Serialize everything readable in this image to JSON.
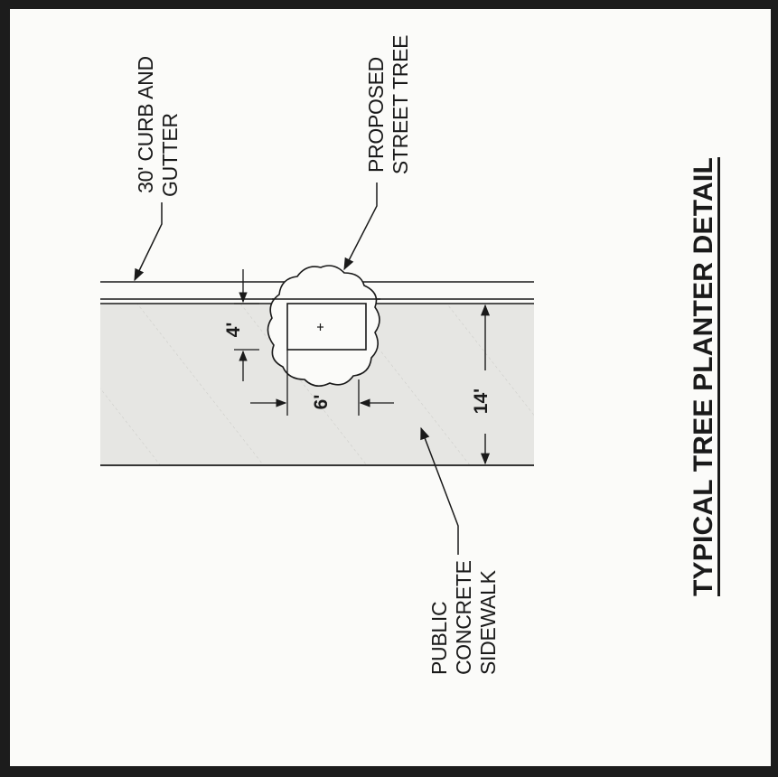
{
  "drawing": {
    "title": "TYPICAL TREE PLANTER DETAIL",
    "callouts": {
      "curb": [
        "30' CURB AND",
        "GUTTER"
      ],
      "tree": [
        "PROPOSED",
        "STREET TREE"
      ],
      "sidewalk": [
        "PUBLIC",
        "CONCRETE",
        "SIDEWALK"
      ]
    },
    "dimensions": {
      "planter_depth": "4'",
      "planter_width": "6'",
      "sidewalk_width": "14'"
    }
  },
  "colors": {
    "frame": "#1c1c1c",
    "paper": "#fbfbf9",
    "sidewalk_fill": "#e6e6e3",
    "linework": "#1a1a1a"
  }
}
